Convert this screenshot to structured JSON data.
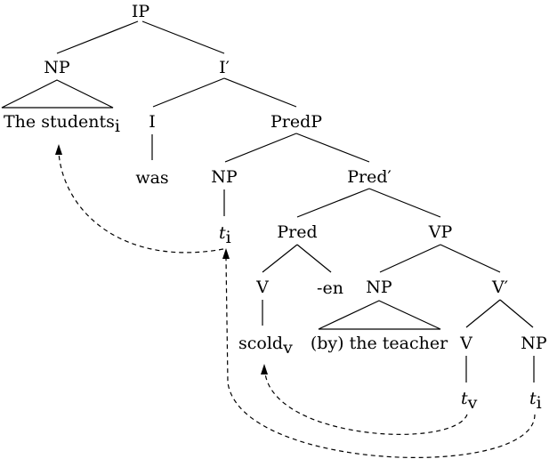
{
  "tree": {
    "nodes": {
      "ip": "IP",
      "np_subject": "NP",
      "i_bar": "I′",
      "i": "I",
      "predp": "PredP",
      "np_spec_pred": "NP",
      "pred_bar": "Pred′",
      "pred": "Pred",
      "vp": "VP",
      "v_pred": "V",
      "np_by": "NP",
      "v_bar": "V′",
      "v_lower": "V",
      "np_object": "NP"
    },
    "leaves": {
      "the_students": "The students",
      "the_students_index": "i",
      "was": "was",
      "trace_i_spec": "t",
      "trace_i_spec_index": "i",
      "en": "-en",
      "scold": "scold",
      "scold_index": "v",
      "by_the_teacher": "(by) the teacher",
      "trace_v": "t",
      "trace_v_index": "v",
      "trace_i_object": "t",
      "trace_i_object_index": "i"
    }
  }
}
